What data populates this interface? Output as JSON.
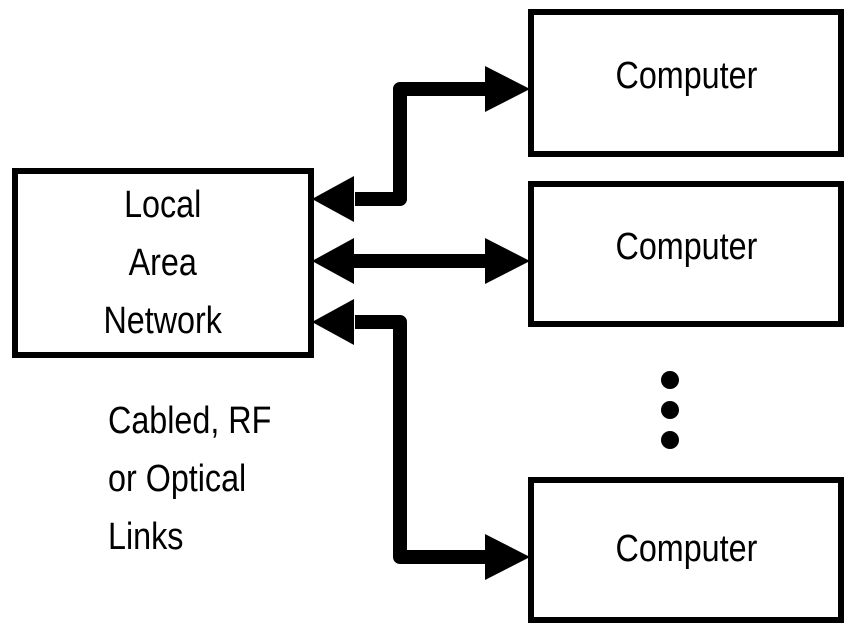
{
  "diagram": {
    "hub": {
      "lines": [
        "Local",
        "Area",
        "Network"
      ]
    },
    "nodes": [
      {
        "label": "Computer"
      },
      {
        "label": "Computer"
      },
      {
        "label": "Computer"
      }
    ],
    "continuation": "vertical-ellipsis",
    "caption": {
      "lines": [
        "Cabled, RF",
        "or Optical",
        "Links"
      ]
    },
    "connections": [
      {
        "from": "Local Area Network",
        "to": "Computer 1",
        "type": "bidirectional"
      },
      {
        "from": "Local Area Network",
        "to": "Computer 2",
        "type": "bidirectional"
      },
      {
        "from": "Local Area Network",
        "to": "Computer 3",
        "type": "bidirectional"
      }
    ],
    "colors": {
      "stroke": "#000000",
      "background": "#ffffff"
    }
  }
}
